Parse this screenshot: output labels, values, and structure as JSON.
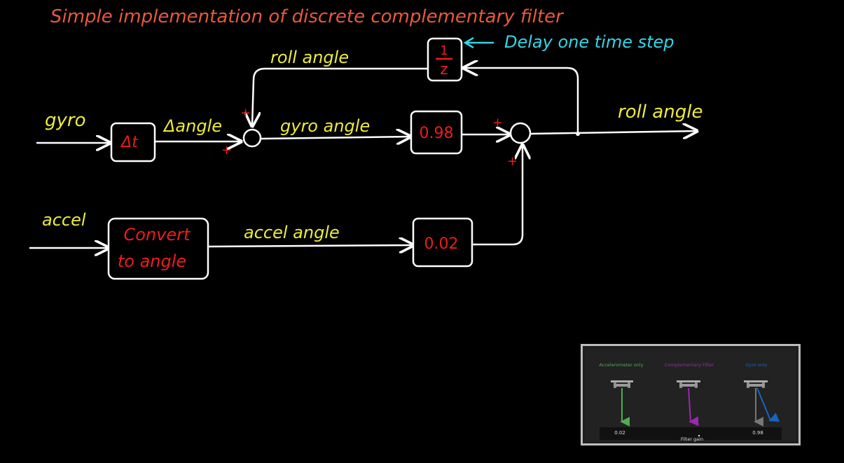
{
  "title": "Simple implementation of discrete complementary filter",
  "delay_note": "Delay one time step",
  "labels": {
    "gyro": "gyro",
    "delta_angle": "Δangle",
    "gyro_angle": "gyro angle",
    "roll_angle_feedback": "roll angle",
    "roll_angle_out": "roll angle",
    "accel": "accel",
    "accel_angle": "accel angle"
  },
  "blocks": {
    "delta_t": "Δt",
    "gain_gyro": "0.98",
    "gain_accel": "0.02",
    "convert_line1": "Convert",
    "convert_line2": "to angle",
    "delay_num": "1",
    "delay_den": "z"
  },
  "signs": {
    "plus": "+"
  },
  "inset": {
    "panels": [
      {
        "title": "Accelerometer only",
        "color": "#4caf50"
      },
      {
        "title": "Complementary Filter",
        "color": "#9c27b0"
      },
      {
        "title": "Gyro only",
        "color": "#1565c0"
      }
    ],
    "scale_left": "0.02",
    "scale_right": "0.98",
    "scale_label": "Filter gain"
  },
  "colors": {
    "title": "#e8593c",
    "note": "#33d6e8",
    "label": "#ecec3a",
    "block_text": "#ee1c1c",
    "line": "#ffffff",
    "sign": "#ee1c1c"
  }
}
